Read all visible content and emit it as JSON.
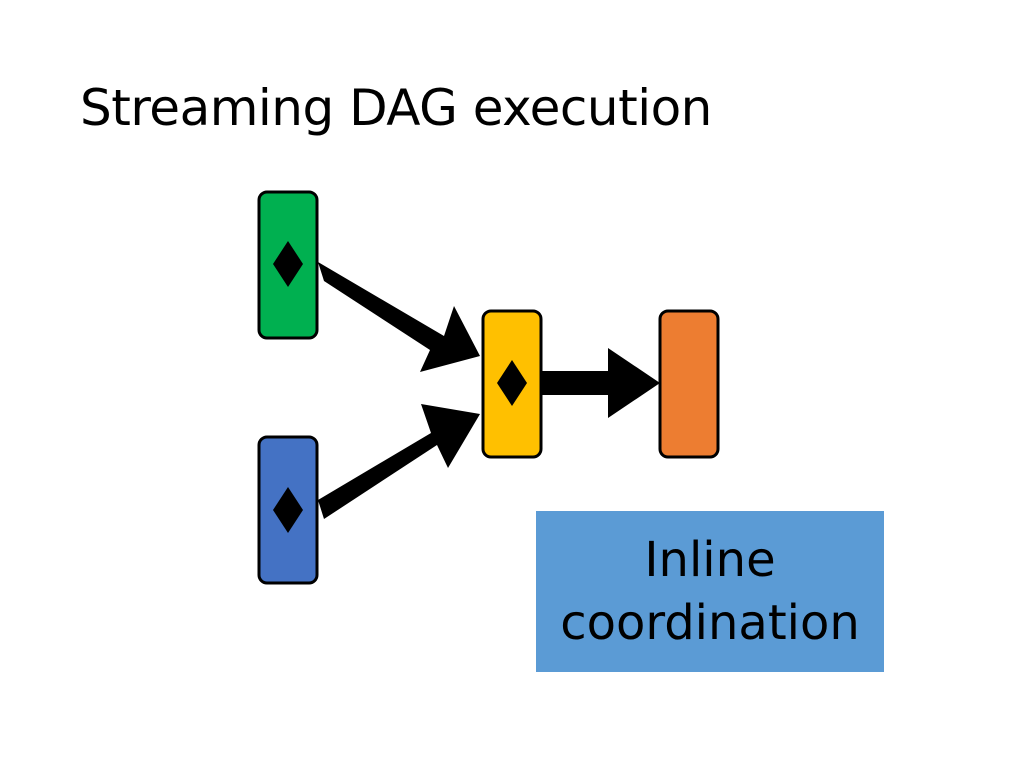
{
  "slide": {
    "title": "Streaming DAG execution"
  },
  "dag": {
    "nodes": [
      {
        "id": "source-top",
        "color": "#00b050",
        "has_marker": true
      },
      {
        "id": "source-bottom",
        "color": "#4472c4",
        "has_marker": true
      },
      {
        "id": "merge",
        "color": "#ffc000",
        "has_marker": true
      },
      {
        "id": "sink",
        "color": "#ed7d31",
        "has_marker": false
      }
    ],
    "edges": [
      {
        "from": "source-top",
        "to": "merge"
      },
      {
        "from": "source-bottom",
        "to": "merge"
      },
      {
        "from": "merge",
        "to": "sink"
      }
    ],
    "marker_icon": "diamond-icon"
  },
  "callout": {
    "line1": "Inline",
    "line2": "coordination",
    "background": "#5b9bd5"
  }
}
